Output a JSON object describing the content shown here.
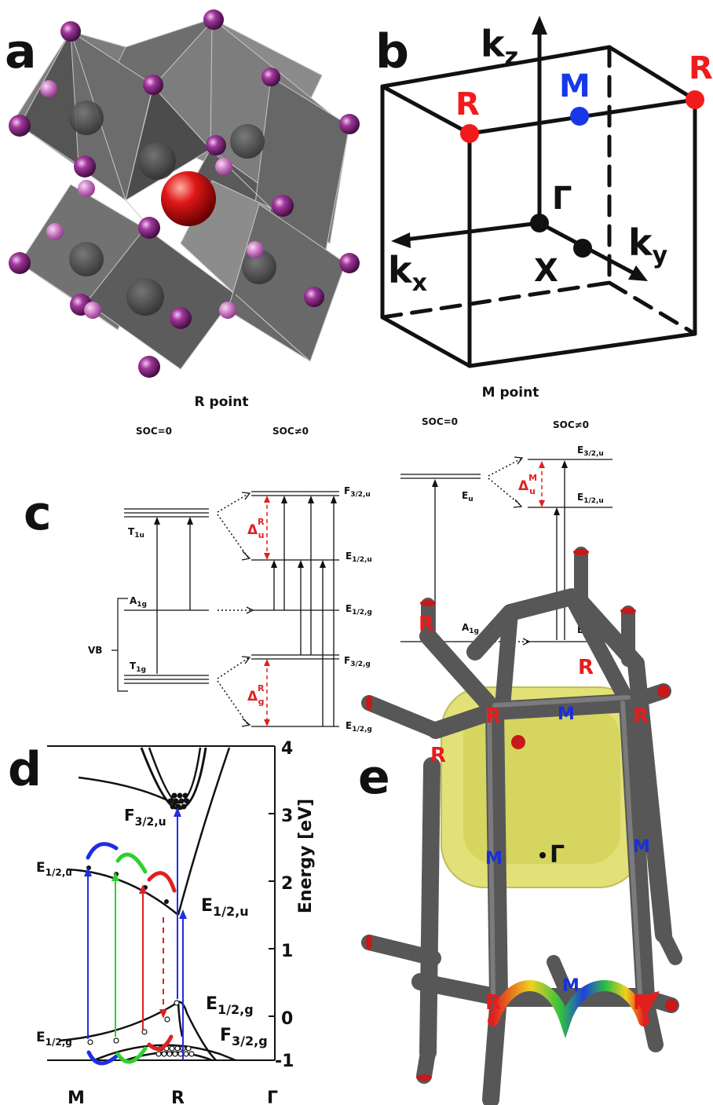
{
  "panels": {
    "a": "a",
    "b": "b",
    "c": "c",
    "d": "d",
    "e": "e"
  },
  "panel_b": {
    "kz": "k",
    "kz_sub": "z",
    "kx": "k",
    "kx_sub": "x",
    "ky": "k",
    "ky_sub": "y",
    "gamma": "Γ",
    "x": "X",
    "m": "M",
    "r": "R"
  },
  "panel_c": {
    "r_point": "R point",
    "m_point": "M point",
    "soc0": "SOC=0",
    "socn0": "SOC≠0",
    "vb": "VB",
    "T1u": "T",
    "T1u_sub": "1u",
    "A1g": "A",
    "A1g_sub": "1g",
    "T1g": "T",
    "T1g_sub": "1g",
    "F32u": "F",
    "F32u_sub": "3/2,u",
    "E12u": "E",
    "E12u_sub": "1/2,u",
    "E12g": "E",
    "E12g_sub": "1/2,g",
    "F32g": "F",
    "F32g_sub": "3/2,g",
    "Eu": "E",
    "Eu_sub": "u",
    "E32u": "E",
    "E32u_sub": "3/2,u",
    "delta": "Δ",
    "delta_u_sup": "R",
    "delta_u_sub": "u",
    "delta_g_sup": "R",
    "delta_g_sub": "g",
    "delta_m_sup": "M",
    "delta_m_sub": "u",
    "colors": {
      "split": "#e0201c",
      "line": "#111111"
    }
  },
  "panel_d": {
    "ylabel": "Energy [eV]",
    "yticks": [
      "4",
      "3",
      "2",
      "1",
      "0",
      "-1"
    ],
    "xticks": [
      "M",
      "R",
      "Γ"
    ],
    "F32u": "F",
    "F32u_sub": "3/2,u",
    "E12u_left": "E",
    "E12u_left_sub": "1/2,u",
    "E12u_right": "E",
    "E12u_right_sub": "1/2,u",
    "E12g_left": "E",
    "E12g_left_sub": "1/2,g",
    "E12g_right": "E",
    "E12g_right_sub": "1/2,g",
    "F32g": "F",
    "F32g_sub": "3/2,g",
    "colors": {
      "blue": "#1f2fe0",
      "green": "#2fd02f",
      "red": "#e02020"
    }
  },
  "panel_e": {
    "r": "R",
    "m": "M",
    "gamma": "Γ",
    "colors": {
      "tube": "#5a5a5a",
      "fermi": "#d8d84a",
      "r": "#e81c1c",
      "m": "#1830d8"
    }
  }
}
